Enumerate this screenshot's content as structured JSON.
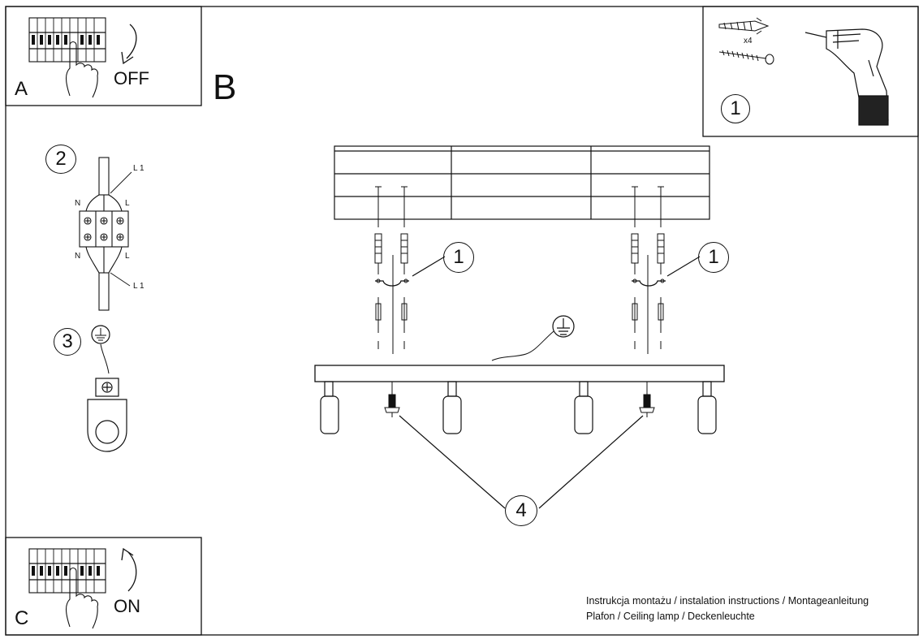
{
  "panels": {
    "a": {
      "letter": "A",
      "word": "OFF"
    },
    "b": {
      "letter": "B"
    },
    "c": {
      "letter": "C",
      "word": "ON"
    }
  },
  "steps": {
    "one": "1",
    "two": "2",
    "three": "3",
    "four": "4"
  },
  "kit": {
    "quantity": "x4"
  },
  "wiring": {
    "n": "N",
    "l": "L",
    "l1": "L 1"
  },
  "footer": {
    "line1": "Instrukcja montażu / instalation instructions / Montageanleitung",
    "line2": "Plafon / Ceiling lamp / Deckenleuchte"
  },
  "icons": {
    "breaker": "circuit-breaker-icon",
    "hand": "hand-icon",
    "arrow_down": "curved-arrow-down-icon",
    "arrow_up": "curved-arrow-up-icon",
    "drill": "drill-icon",
    "dowel": "wall-plug-icon",
    "screw": "screw-icon",
    "ground": "ground-icon",
    "connector": "terminal-block-icon"
  }
}
